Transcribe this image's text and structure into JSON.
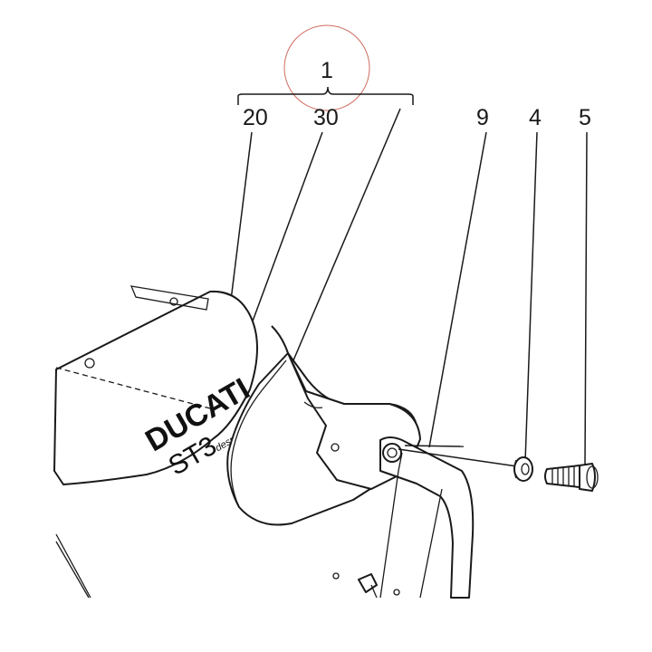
{
  "callouts": {
    "group": "1",
    "sticker_left": "20",
    "sticker_right": "30",
    "rubber_pad": "9",
    "washer": "4",
    "screw": "5"
  },
  "decal": {
    "brand": "DUCATI",
    "model": "ST3",
    "tagline": "desmodromico"
  },
  "colors": {
    "line": "#1a1a1a",
    "background": "#ffffff",
    "annotation_circle": "#c0392b"
  }
}
